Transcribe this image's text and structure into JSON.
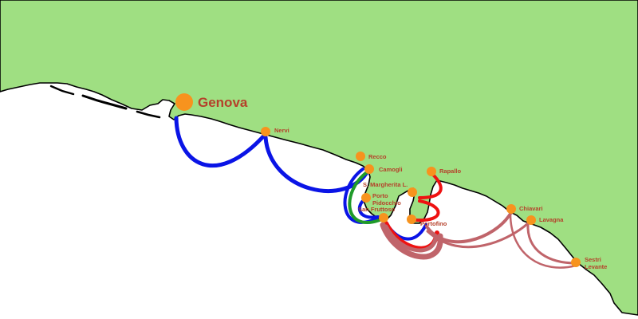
{
  "colors": {
    "land": "#9fdf82",
    "sea": "#ffffff",
    "coastline": "#000000",
    "marker": "#f7931e",
    "label": "#b5402a",
    "route_blue": "#0a14e6",
    "route_green": "#1f9a2a",
    "route_red": "#ee1111",
    "route_rose": "#c0646a"
  },
  "places": {
    "genova": "Genova",
    "nervi": "Nervi",
    "recco": "Recco",
    "camogli": "Camogli",
    "porto_pidocchio_1": "Porto",
    "porto_pidocchio_2": "Pidocchio",
    "san_fruttoso": "San Fruttoso",
    "portofino": "Portofino",
    "santa_margherita": "S. Margherita L.",
    "rapallo": "Rapallo",
    "chiavari": "Chiavari",
    "lavagna": "Lavagna",
    "sestri_levante_1": "Sestri",
    "sestri_levante_2": "Levante"
  }
}
